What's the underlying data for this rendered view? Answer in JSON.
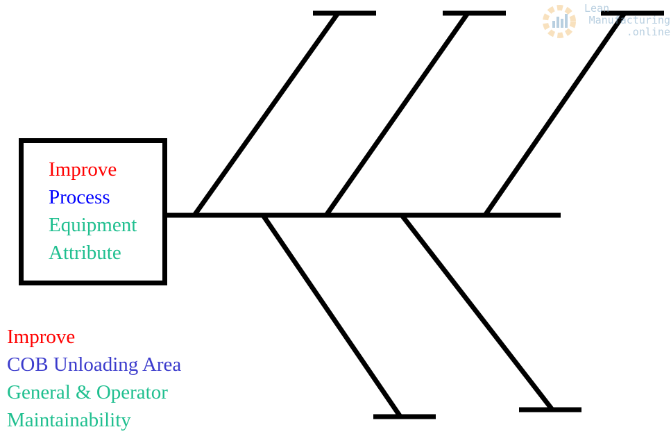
{
  "head": {
    "line1": "Improve",
    "line2": "Process",
    "line3": "Equipment",
    "line4": "Attribute"
  },
  "bottom": {
    "line1": "Improve",
    "line2": "COB Unloading Area",
    "line3": "General & Operator",
    "line4": "Maintainability"
  },
  "logo": {
    "word1": "Lean",
    "word2": "Manufacturing",
    "word3": ".online"
  },
  "colors": {
    "improve": "#ff0000",
    "process": "#0000ff",
    "category": "#3b3bcc",
    "attribute": "#1fbf8f"
  }
}
